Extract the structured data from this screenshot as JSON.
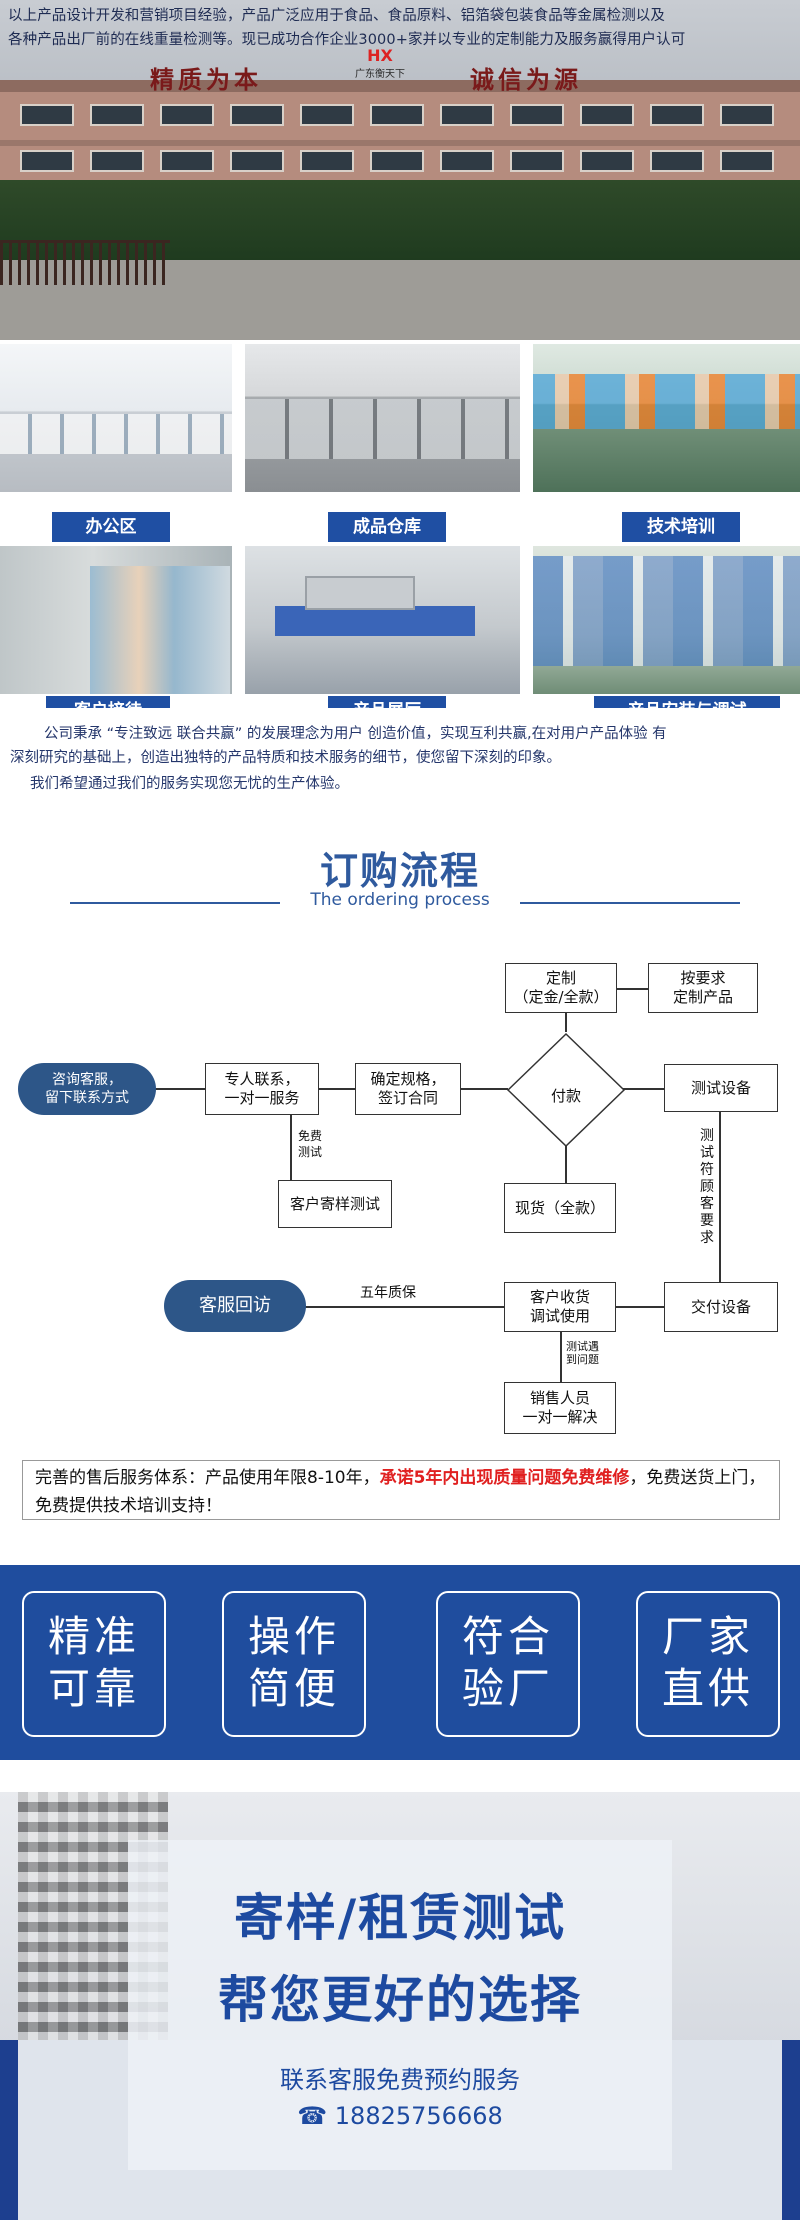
{
  "hero": {
    "line1": "以上产品设计开发和营销项目经验，产品广泛应用于食品、食品原料、铝箔袋包装食品等金属检测以及",
    "line2": "各种产品出厂前的在线重量检测等。现已成功合作企业3000+家并以专业的定制能力及服务赢得用户认可",
    "sign_left": "精质为本",
    "sign_right": "诚信为源",
    "sign_logo": "HX",
    "sign_logo_sub": "广东衡天下"
  },
  "photos": [
    {
      "caption": "办公区"
    },
    {
      "caption": "成品仓库"
    },
    {
      "caption": "技术培训"
    },
    {
      "caption": "客户接待"
    },
    {
      "caption": "产品展厅"
    },
    {
      "caption": "产品安装与调试"
    }
  ],
  "about": {
    "p1a": "公司秉承 “专注致远 联合共赢” 的发展理念为用户 创造价值，实现互利共赢,在对用户产品体验 有",
    "p1b": "深刻研究的基础上，创造出独特的产品特质和技术服务的细节，使您留下深刻的印象。",
    "p2": "我们希望通过我们的服务实现您无忧的生产体验。"
  },
  "process": {
    "title": "订购流程",
    "subtitle": "The ordering process",
    "consult": "咨询客服，\n留下联系方式",
    "dedicated": "专人联系，\n一对一服务",
    "confirm": "确定规格，\n签订合同",
    "pay": "付款",
    "custom": "定制\n（定金/全款）",
    "custom_made": "按要求\n定制产品",
    "test_equipment": "测试设备",
    "stock": "现货（全款）",
    "free_test_note": "免费\n测试",
    "sample_test": "客户寄样测试",
    "meet_req_note": "测试符顾客要求",
    "deliver": "交付设备",
    "receive": "客户收货\n调试使用",
    "warranty_note": "五年质保",
    "revisit": "客服回访",
    "issue_note": "测试遇\n到问题",
    "sales_solve": "销售人员\n一对一解决"
  },
  "service": {
    "text_a": "完善的售后服务体系：产品使用年限8-10年，",
    "text_red": "承诺5年内出现质量问题免费维修",
    "text_b": "，免费送货上门，免费提供技术培训支持！"
  },
  "features": [
    {
      "l1": "精准",
      "l2": "可靠"
    },
    {
      "l1": "操作",
      "l2": "简便"
    },
    {
      "l1": "符合",
      "l2": "验厂"
    },
    {
      "l1": "厂家",
      "l2": "直供"
    }
  ],
  "banner": {
    "title1": "寄样/租赁测试",
    "title2": "帮您更好的选择",
    "subtitle": "联系客服免费预约服务",
    "phone_icon": "☎",
    "phone": "18825756668"
  }
}
